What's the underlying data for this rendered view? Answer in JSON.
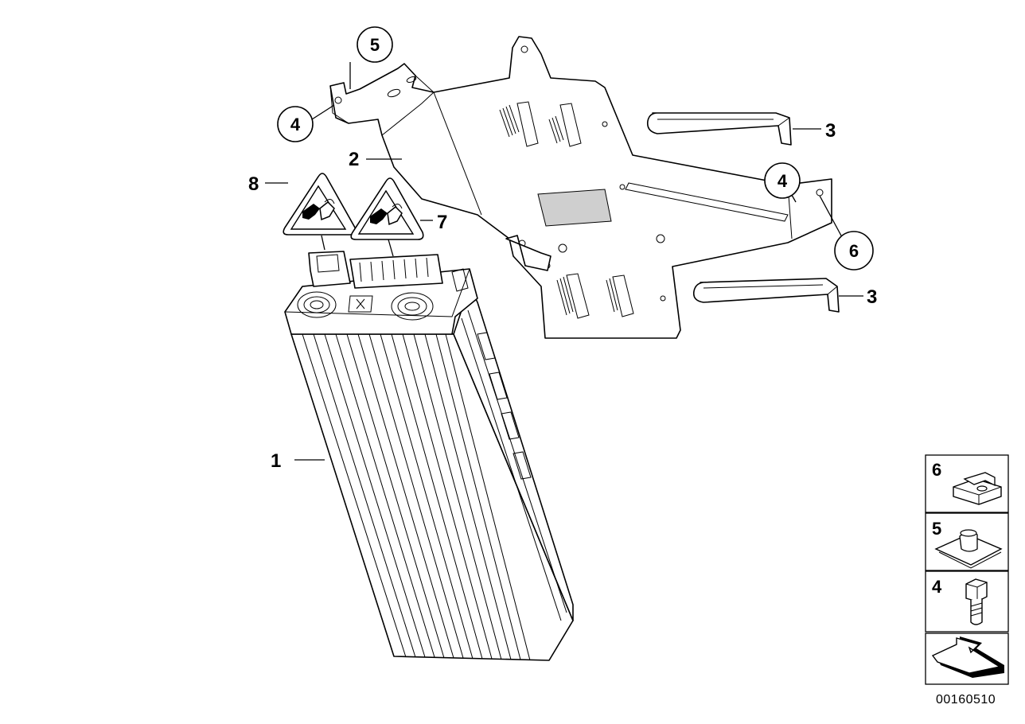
{
  "diagram": {
    "callouts": {
      "p1": "1",
      "p2": "2",
      "p3a": "3",
      "p3b": "3",
      "p4a": "4",
      "p4b": "4",
      "p5": "5",
      "p6": "6",
      "p7": "7",
      "p8": "8"
    },
    "legend": [
      {
        "label": "6",
        "icon": "clip-nut-icon"
      },
      {
        "label": "5",
        "icon": "spring-nut-icon"
      },
      {
        "label": "4",
        "icon": "hex-bolt-icon"
      },
      {
        "label": "",
        "icon": "front-direction-arrow-icon"
      }
    ],
    "document_number": "00160510"
  }
}
